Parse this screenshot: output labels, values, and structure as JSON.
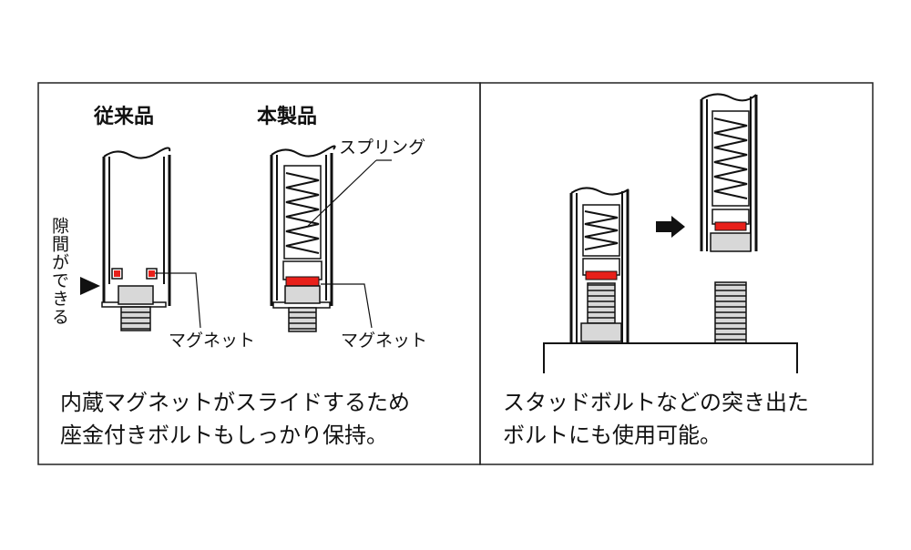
{
  "left_panel": {
    "heading_old": "従来品",
    "heading_new": "本製品",
    "gap_label": "隙間ができる",
    "spring_label": "スプリング",
    "magnet_label_old": "マグネット",
    "magnet_label_new": "マグネット",
    "caption_line1": "内蔵マグネットがスライドするため",
    "caption_line2": "座金付きボルトもしっかり保持。"
  },
  "right_panel": {
    "caption_line1": "スタッドボルトなどの突き出た",
    "caption_line2": "ボルトにも使用可能。"
  },
  "colors": {
    "magnet": "#e8201a",
    "outline": "#111111",
    "bolt_fill": "#d8d8d8"
  }
}
